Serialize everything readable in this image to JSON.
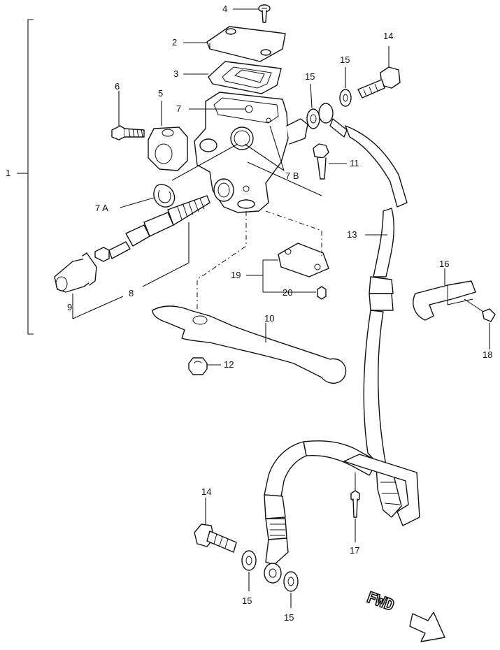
{
  "labels": {
    "p1": "1",
    "p2": "2",
    "p3": "3",
    "p4": "4",
    "p5": "5",
    "p6": "6",
    "p7": "7",
    "p7a": "7 A",
    "p7b": "7 B",
    "p8": "8",
    "p9": "9",
    "p10": "10",
    "p11": "11",
    "p12": "12",
    "p13": "13",
    "p14a": "14",
    "p14b": "14",
    "p15a": "15",
    "p15b": "15",
    "p15c": "15",
    "p15d": "15",
    "p16": "16",
    "p17": "17",
    "p18": "18",
    "p19": "19",
    "p20": "20"
  },
  "direction_text": "FWD",
  "colors": {
    "ink": "#111111",
    "paper": "#ffffff"
  }
}
